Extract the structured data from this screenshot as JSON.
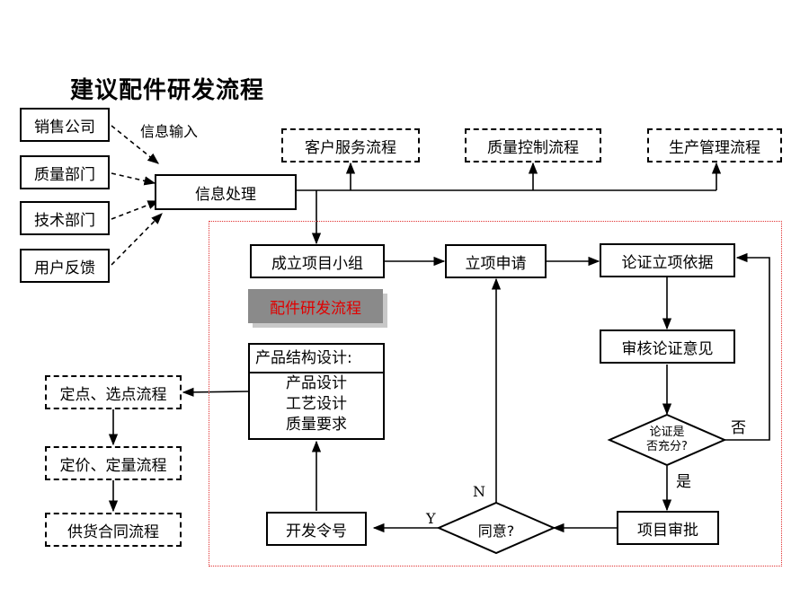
{
  "title": "建议配件研发流程",
  "sources": [
    "销售公司",
    "质量部门",
    "技术部门",
    "用户反馈"
  ],
  "info_input_label": "信息输入",
  "info_processing": "信息处理",
  "external_flows": [
    "客户服务流程",
    "质量控制流程",
    "生产管理流程"
  ],
  "subprocess_label": "配件研发流程",
  "steps": {
    "form_team": "成立项目小组",
    "project_application": "立项申请",
    "argue_basis": "论证立项依据",
    "review_opinion": "审核论证意见",
    "sufficient": [
      "论证是",
      "否充分?"
    ],
    "project_approval": "项目审批",
    "agree": "同意?",
    "dev_order": "开发令号"
  },
  "branch_labels": {
    "no": "否",
    "yes": "是",
    "n": "N",
    "y": "Y"
  },
  "design": {
    "head": "产品结构设计:",
    "items": [
      "产品设计",
      "工艺设计",
      "质量要求"
    ]
  },
  "downstream_flows": [
    "定点、选点流程",
    "定价、定量流程",
    "供货合同流程"
  ],
  "colors": {
    "region_border": "#e03030",
    "subtitle_text": "#e00000",
    "subtitle_bg": "#8a8a8a"
  }
}
